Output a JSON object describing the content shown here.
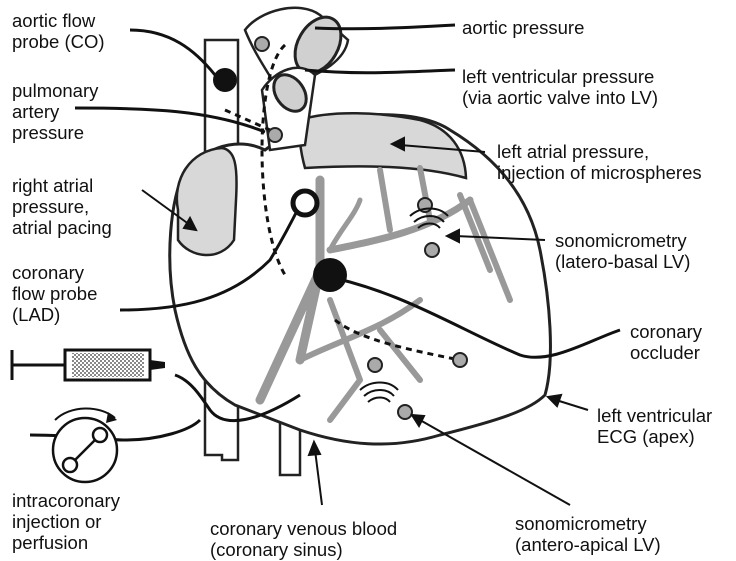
{
  "labels": {
    "aortic_flow_probe": [
      "aortic flow",
      "probe (CO)"
    ],
    "pulmonary_artery": [
      "pulmonary",
      "artery",
      "pressure"
    ],
    "right_atrial": [
      "right atrial",
      "pressure,",
      "atrial pacing"
    ],
    "coronary_flow_probe": [
      "coronary",
      "flow probe",
      "(LAD)"
    ],
    "aortic_pressure": [
      "aortic pressure"
    ],
    "lv_pressure": [
      "left ventricular pressure",
      "(via aortic valve into LV)"
    ],
    "left_atrial": [
      "left atrial pressure,",
      "injection of microspheres"
    ],
    "sono_basal": [
      "sonomicrometry",
      "(latero-basal LV)"
    ],
    "coronary_occluder": [
      "coronary",
      "occluder"
    ],
    "lv_ecg": [
      "left ventricular",
      "ECG (apex)"
    ],
    "intracoronary": [
      "intracoronary",
      "injection or",
      "perfusion"
    ],
    "venous": [
      "coronary venous blood",
      "(coronary sinus)"
    ],
    "sono_apical": [
      "sonomicrometry",
      "(antero-apical LV)"
    ]
  }
}
